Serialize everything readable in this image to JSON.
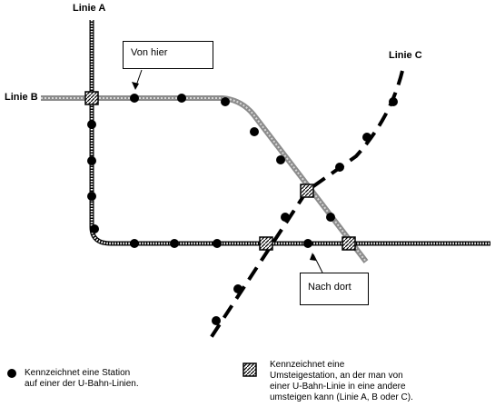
{
  "lines": {
    "a": "Linie A",
    "b": "Linie B",
    "c": "Linie C"
  },
  "callouts": {
    "from": "Von hier",
    "to": "Nach dort"
  },
  "legend": {
    "station": "Kennzeichnet eine Station auf einer der U-Bahn-Linien.",
    "interchange": "Kennzeichnet eine Umsteigestation, an der man von einer U-Bahn-Linie in eine andere umsteigen kann (Linie A, B oder C)."
  },
  "colors": {
    "line_gray": "#8c8c8c",
    "ink": "#000000"
  }
}
